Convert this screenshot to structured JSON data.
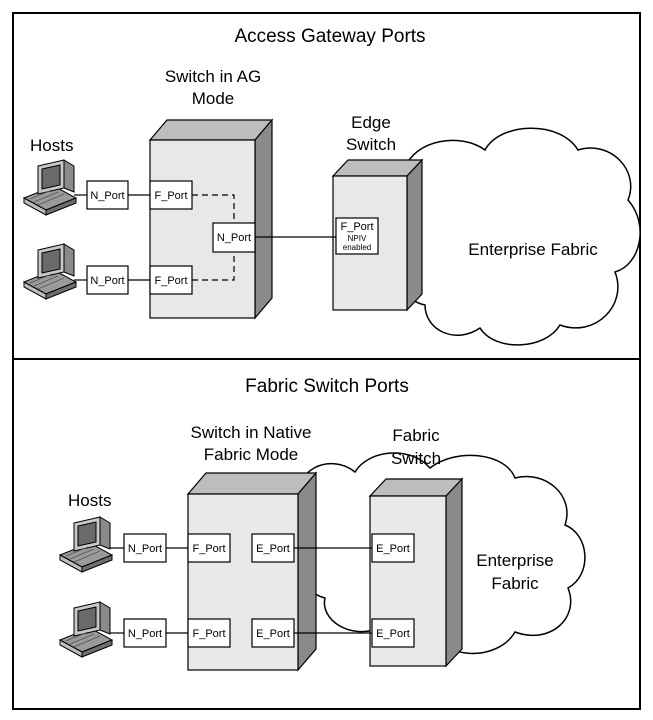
{
  "top_panel": {
    "title": "Access Gateway Ports",
    "switch_label_line1": "Switch in AG",
    "switch_label_line2": "Mode",
    "hosts_label": "Hosts",
    "edge_label_line1": "Edge",
    "edge_label_line2": "Switch",
    "host_port_1": "N_Port",
    "host_port_2": "N_Port",
    "f_port_1": "F_Port",
    "f_port_2": "F_Port",
    "switch_n_port": "N_Port",
    "edge_f_port": "F_Port",
    "edge_npiv_line1": "NPIV",
    "edge_npiv_line2": "enabled",
    "fabric_label": "Enterprise Fabric"
  },
  "bottom_panel": {
    "title": "Fabric Switch Ports",
    "switch_label_line1": "Switch in Native",
    "switch_label_line2": "Fabric Mode",
    "fabric_switch_line1": "Fabric",
    "fabric_switch_line2": "Switch",
    "hosts_label": "Hosts",
    "host_port_1": "N_Port",
    "host_port_2": "N_Port",
    "f_port_1": "F_Port",
    "f_port_2": "F_Port",
    "e_port_1": "E_Port",
    "e_port_2": "E_Port",
    "fabric_e_port_1": "E_Port",
    "fabric_e_port_2": "E_Port",
    "fabric_label_line1": "Enterprise",
    "fabric_label_line2": "Fabric"
  },
  "colors": {
    "box_front": "#e8e8e8",
    "box_top": "#bdbdbd",
    "box_side": "#8a8a8a",
    "border": "#000000"
  }
}
